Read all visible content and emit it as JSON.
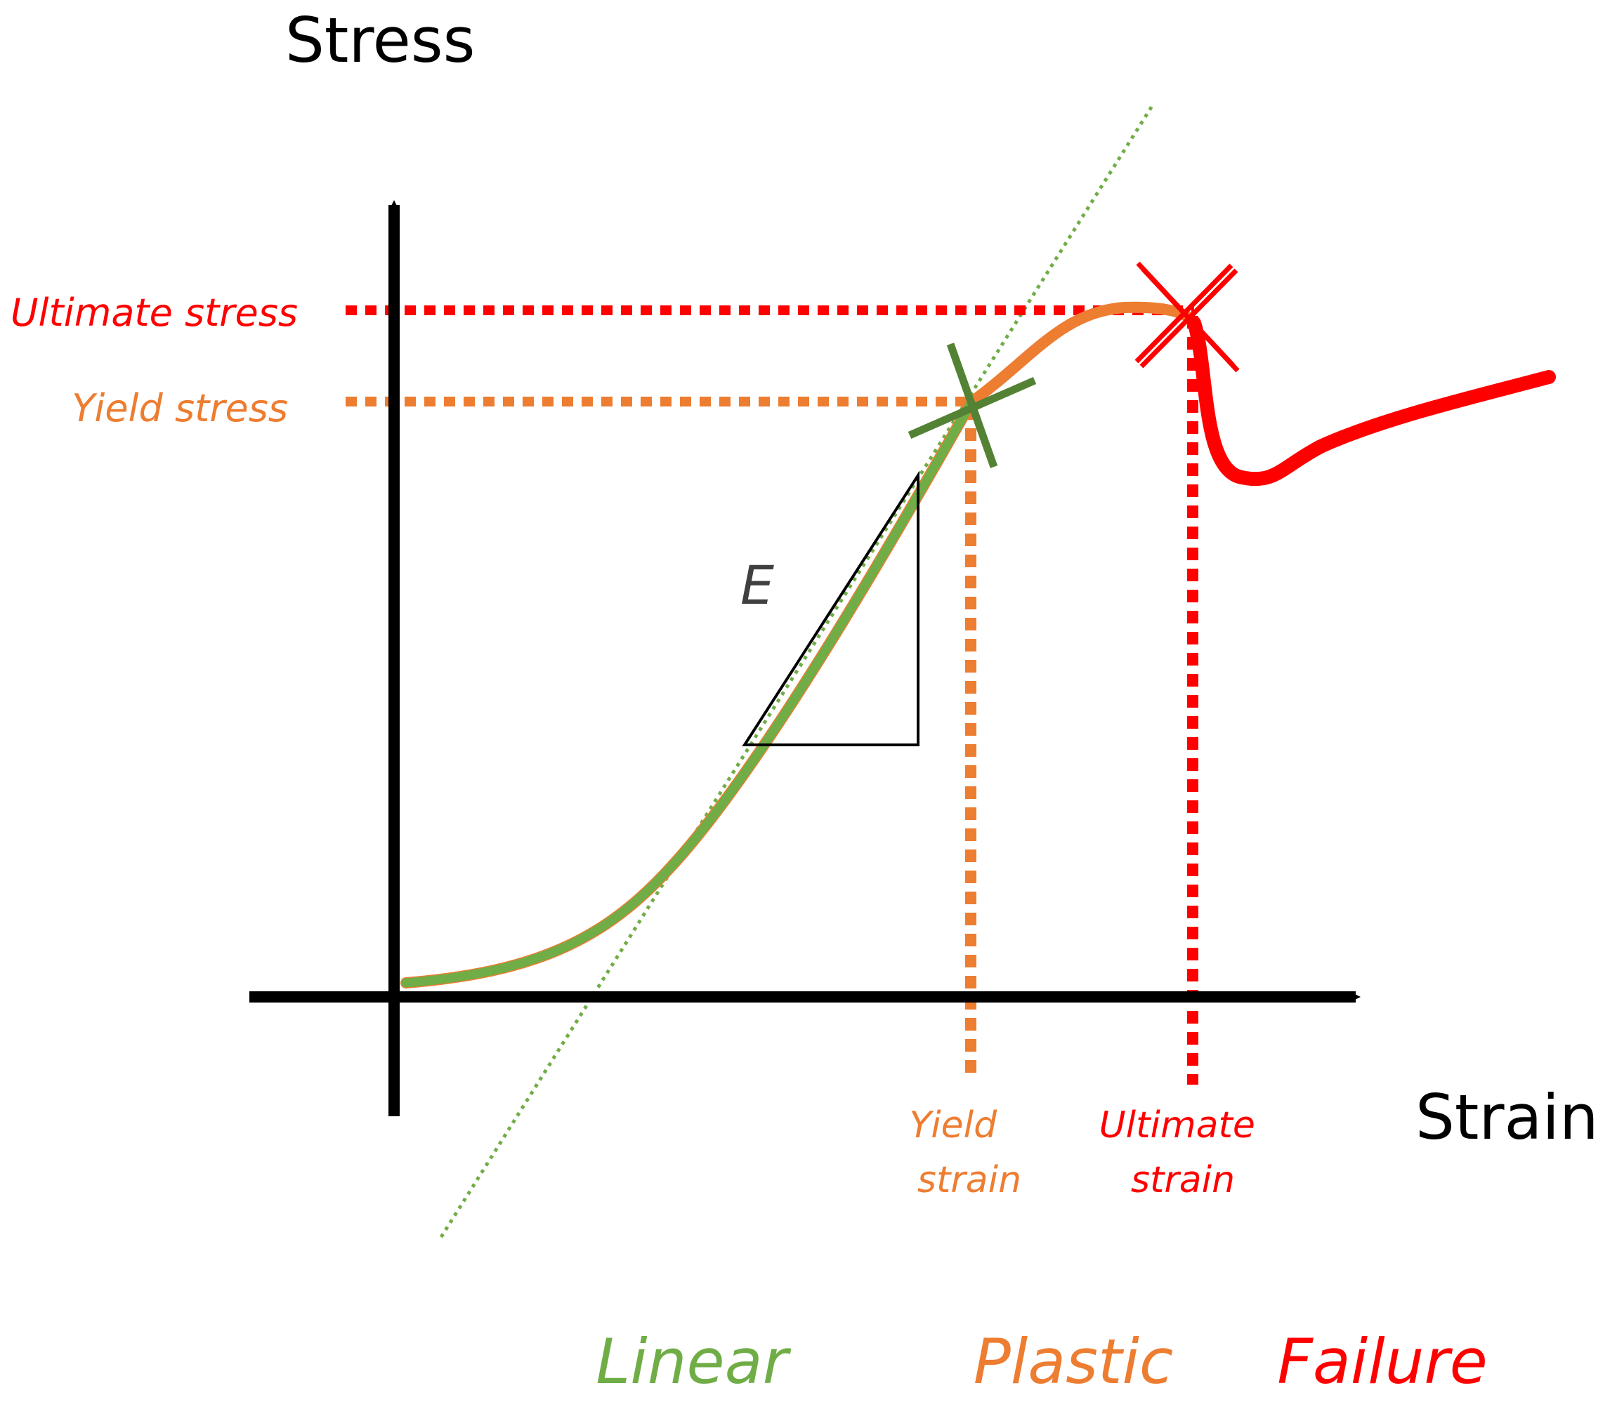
{
  "axes": {
    "y_title": "Stress",
    "x_title": "Strain"
  },
  "labels": {
    "ultimate_stress": "Ultimate stress",
    "yield_stress": "Yield stress",
    "yield_strain_line1": "Yield",
    "yield_strain_line2": "strain",
    "ultimate_strain_line1": "Ultimate",
    "ultimate_strain_line2": "strain",
    "modulus": "E"
  },
  "regions": {
    "linear": "Linear",
    "plastic": "Plastic",
    "failure": "Failure"
  },
  "colors": {
    "axis": "#000000",
    "linear": "#70ad47",
    "linear_marker": "#548235",
    "plastic": "#ed7d31",
    "failure": "#ff0000",
    "modulus_text": "#404040"
  }
}
